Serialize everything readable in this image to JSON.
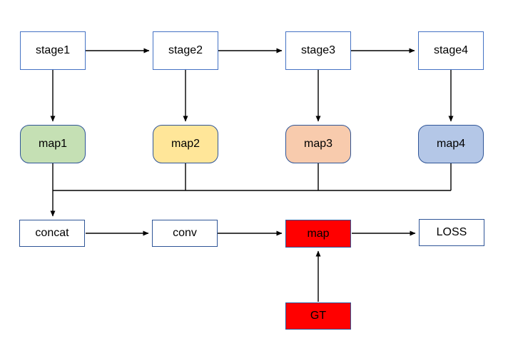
{
  "diagram": {
    "description": "network stage feature-map fusion flowchart"
  },
  "stages": [
    {
      "label": "stage1"
    },
    {
      "label": "stage2"
    },
    {
      "label": "stage3"
    },
    {
      "label": "stage4"
    }
  ],
  "maps": [
    {
      "label": "map1",
      "fill": "#C5E0B4"
    },
    {
      "label": "map2",
      "fill": "#FFE699"
    },
    {
      "label": "map3",
      "fill": "#F8CBAD"
    },
    {
      "label": "map4",
      "fill": "#B4C7E7"
    }
  ],
  "bottom": {
    "concat": {
      "label": "concat"
    },
    "conv": {
      "label": "conv"
    },
    "map": {
      "label": "map",
      "fill": "#FF0000"
    },
    "loss": {
      "label": "LOSS"
    },
    "gt": {
      "label": "GT",
      "fill": "#FF0000"
    }
  },
  "colors": {
    "stage_border": "#4472C4",
    "box_border": "#2F5597",
    "line": "#000000",
    "text": "#000000",
    "background": "#FFFFFF"
  }
}
